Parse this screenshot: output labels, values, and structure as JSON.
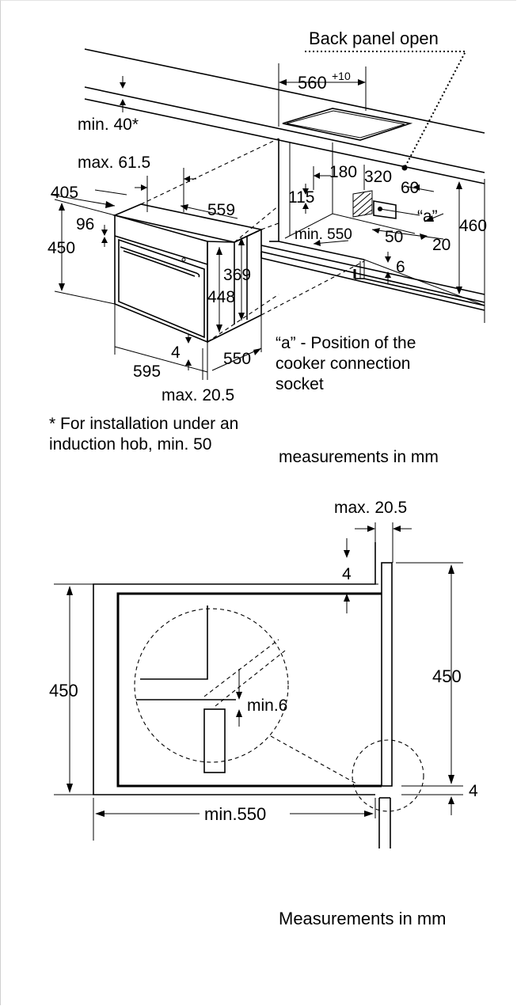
{
  "top": {
    "back_panel": "Back panel open",
    "d560": "560",
    "d560_tol": "+10",
    "min40": "min. 40*",
    "max615": "max. 61.5",
    "d405": "405",
    "d96": "96",
    "d450": "450",
    "d559": "559",
    "d180": "180",
    "d320": "320",
    "d60": "60",
    "d115": "115",
    "label_a": "“a”",
    "d460": "460",
    "min550": "min. 550",
    "d50": "50",
    "d20": "20",
    "d6": "6",
    "d369": "369",
    "d448": "448",
    "d4": "4",
    "d550": "550",
    "d595": "595",
    "max205": "max. 20.5",
    "note_a_line1": "“a” - Position of the",
    "note_a_line2": "cooker connection",
    "note_a_line3": "socket",
    "footnote_line1": "* For installation under an",
    "footnote_line2": "induction hob, min. 50",
    "units": "measurements in mm"
  },
  "bottom": {
    "max205": "max. 20.5",
    "d4_top": "4",
    "d450_left": "450",
    "d450_right": "450",
    "min6": "min.6",
    "d4_bottom": "4",
    "min550": "min.550",
    "units": "Measurements in mm"
  }
}
